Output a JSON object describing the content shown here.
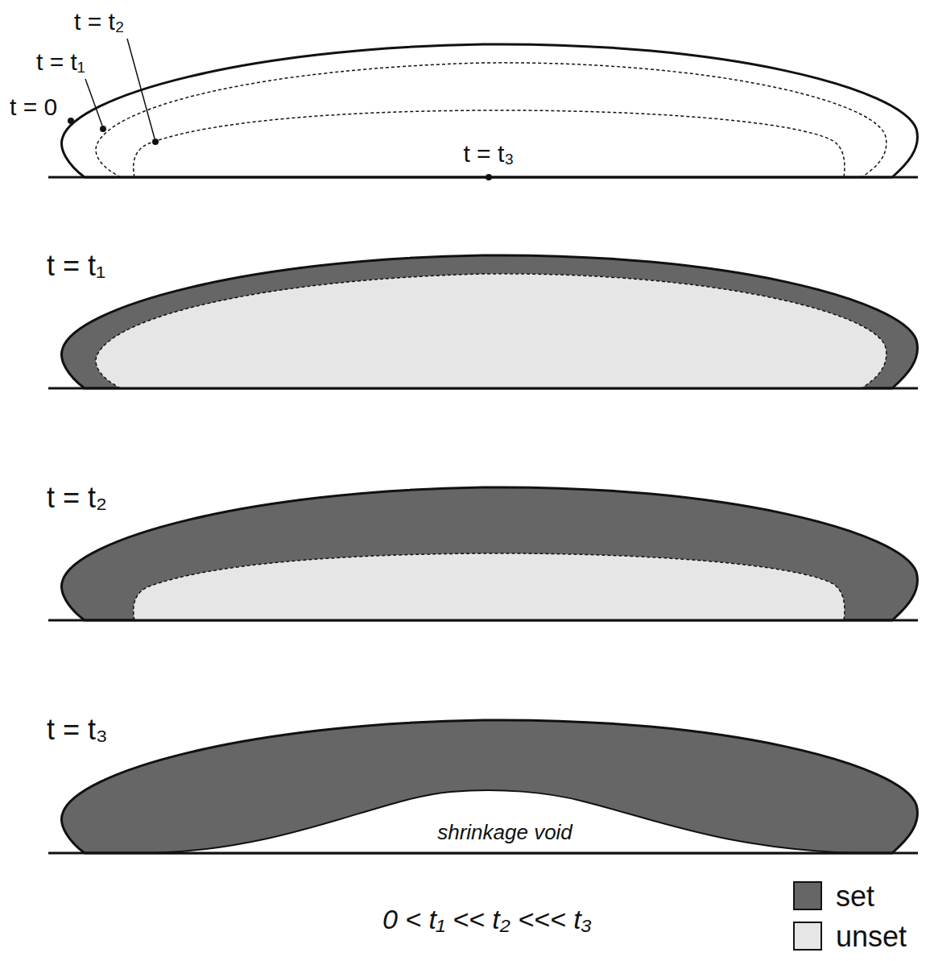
{
  "diagram": {
    "caption": "0 < t₁ << t₂ <<< t₃",
    "labels": [
      "t = t₂",
      "t = t₁",
      "t = 0",
      "t = t₃",
      "t = t₁",
      "t = t₂",
      "t = t₃",
      "shrinkage void"
    ],
    "legend": [
      {
        "text": "set",
        "color": "#666666"
      },
      {
        "text": "unset",
        "color": "#e6e6e6"
      }
    ]
  }
}
